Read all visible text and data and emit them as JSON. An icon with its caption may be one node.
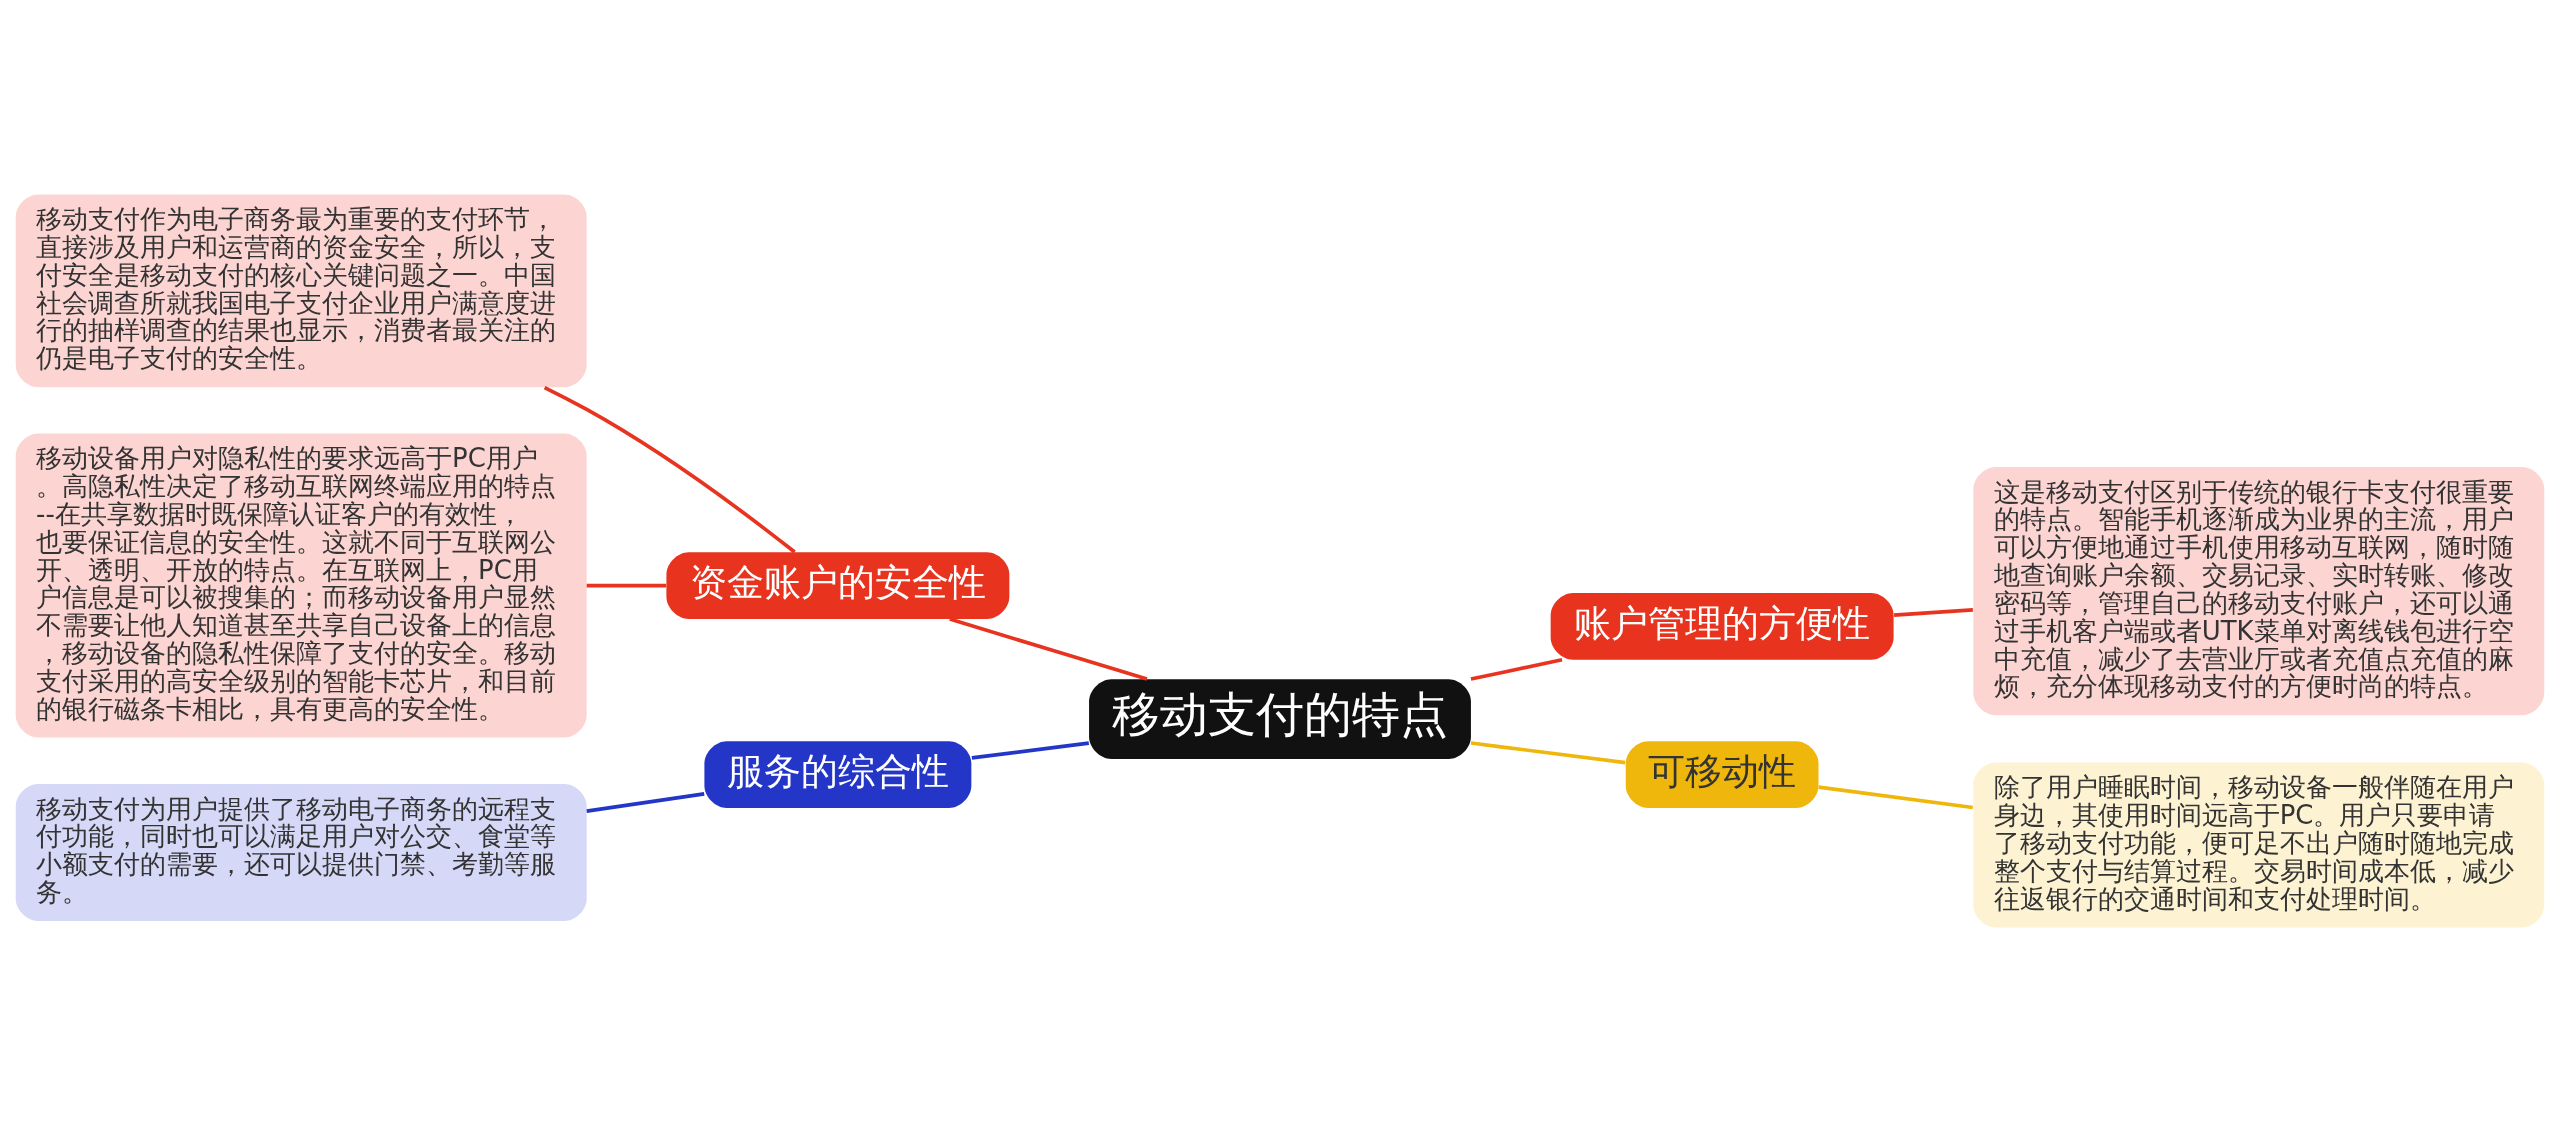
{
  "diagram": {
    "nodes": [
      {
        "text": [
          "移动支付的特点"
        ]
      },
      {
        "text": [
          "资金账户的安全性"
        ]
      },
      {
        "text": [
          "移动支付作为电子商务最为重要的支付环节，直接涉及用户和运营商的资金安全，所以，支付安全是移动支付的核心关键问题之一。中国社会调查所就我国电子支付企业用户满意度进行的抽样调查的结果也显示，消费者最关注的仍是电子支付的安全性。"
        ]
      },
      {
        "text": [
          "移动设备用户对隐私性的要求远高于PC用户。高隐私性决定了移动互联网终端应用的特点--在共享数据时既保障认证客户的有效性，也要保证信息的安全性。这就不同于互联网公开、透明、开放的特点。在互联网上，PC用户信息是可以被搜集的；而移动设备用户显然不需要让他人知道甚至共享自己设备上的信息，移动设备的隐私性保障了支付的安全。移动支付采用的高安全级别的智能卡芯片，和目前的银行磁条卡相比，具有更高的安全性。"
        ]
      },
      {
        "text": [
          "服务的综合性"
        ]
      },
      {
        "text": [
          "移动支付为用户提供了移动电子商务的远程支付功能，同时也可以满足用户对公交、食堂等小额支付的需要，还可以提供门禁、考勤等服务。"
        ]
      },
      {
        "text": [
          "账户管理的方便性"
        ]
      },
      {
        "text": [
          "这是移动支付区别于传统的银行卡支付很重要的特点。智能手机逐渐成为业界的主流，用户可以方便地通过手机使用移动互联网，随时随地查询账户余额、交易记录、实时转账、修改密码等，管理自己的移动支付账户，还可以通过手机客户端或者UTK菜单对离线钱包进行空中充值，减少了去营业厅或者充值点充值的麻烦，充分体现移动支付的方便时尚的特点。"
        ]
      },
      {
        "text": [
          "可移动性"
        ]
      },
      {
        "text": [
          "除了用户睡眠时间，移动设备一般伴随在用户身边，其使用时间远高于PC。用户只要申请了移动支付功能，便可足不出户随时随地完成整个支付与结算过程。交易时间成本低，减少往返银行的交通时间和支付处理时间。"
        ]
      }
    ],
    "edges": [
      {
        "from": 0,
        "to": 1,
        "arrow": "none"
      },
      {
        "from": 1,
        "to": 2,
        "arrow": "none"
      },
      {
        "from": 1,
        "to": 3,
        "arrow": "none"
      },
      {
        "from": 0,
        "to": 4,
        "arrow": "none",
        "color": "#2336c8"
      },
      {
        "from": 4,
        "to": 5,
        "arrow": "none",
        "color": "#2336c8"
      },
      {
        "from": 0,
        "to": 6,
        "arrow": "none"
      },
      {
        "from": 6,
        "to": 7,
        "arrow": "none"
      },
      {
        "from": 0,
        "to": 8,
        "arrow": "none",
        "color": "#efb60c"
      },
      {
        "from": 8,
        "to": 9,
        "arrow": "none",
        "color": "#efb60c"
      }
    ]
  }
}
